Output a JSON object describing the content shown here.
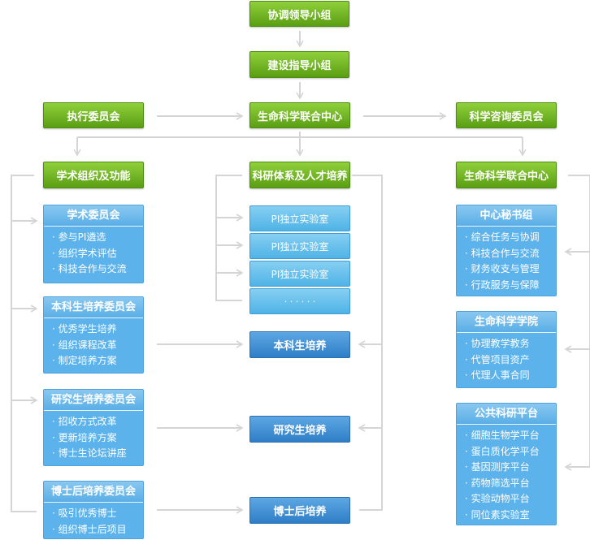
{
  "top": {
    "coordination_group": "协调领导小组",
    "construction_group": "建设指导小组"
  },
  "row3": {
    "executive_committee": "执行委员会",
    "life_science_center": "生命科学联合中心",
    "advisory_committee": "科学咨询委员会"
  },
  "row4": {
    "academic_org": "学术组织及功能",
    "research_system": "科研体系及人才培养",
    "life_science_center": "生命科学联合中心"
  },
  "left_panels": [
    {
      "title": "学术委员会",
      "items": [
        "参与PI遴选",
        "组织学术评估",
        "科技合作与交流"
      ]
    },
    {
      "title": "本科生培养委员会",
      "items": [
        "优秀学生培养",
        "组织课程改革",
        "制定培养方案"
      ]
    },
    {
      "title": "研究生培养委员会",
      "items": [
        "招收方式改革",
        "更新培养方案",
        "博士生论坛讲座"
      ]
    },
    {
      "title": "博士后培养委员会",
      "items": [
        "吸引优秀博士",
        "组织博士后项目"
      ]
    }
  ],
  "labs": [
    "PI独立实验室",
    "PI独立实验室",
    "PI独立实验室",
    "· · · · · ·"
  ],
  "training": {
    "undergrad": "本科生培养",
    "graduate": "研究生培养",
    "postdoc": "博士后培养"
  },
  "right_panels": [
    {
      "title": "中心秘书组",
      "items": [
        "综合任务与协调",
        "科技合作与交流",
        "财务收支与管理",
        "行政服务与保障"
      ]
    },
    {
      "title": "生命科学学院",
      "items": [
        "协理教学教务",
        "代管项目资产",
        "代理人事合同"
      ]
    },
    {
      "title": "公共科研平台",
      "items": [
        "细胞生物学平台",
        "蛋白质化学平台",
        "基因测序平台",
        "药物筛选平台",
        "实验动物平台",
        "同位素实验室"
      ]
    }
  ]
}
